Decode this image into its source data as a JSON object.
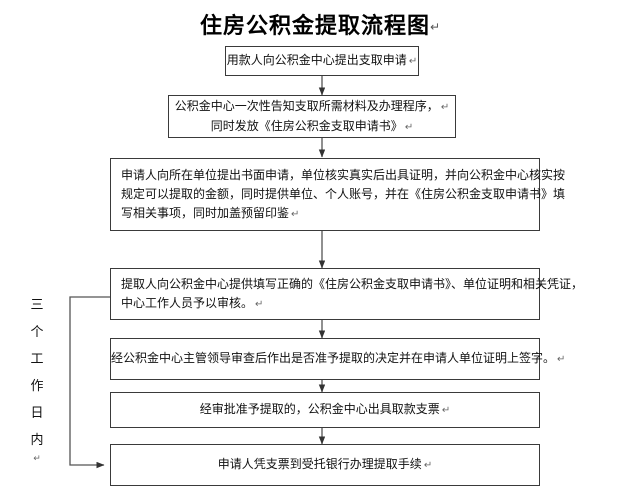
{
  "document": {
    "title": "住房公积金提取流程图",
    "title_mark": "↵",
    "paragraph_mark": "↵"
  },
  "side_label": {
    "name": "three-working-days",
    "chars": [
      "三",
      "个",
      "工",
      "作",
      "日",
      "内"
    ],
    "mark": "↵"
  },
  "flowchart": {
    "type": "flowchart",
    "orientation": "top-to-bottom",
    "nodes": [
      {
        "id": "step1",
        "lines": [
          "用款人向公积金中心提出支取申请"
        ],
        "mark": "↵",
        "align": "center"
      },
      {
        "id": "step2",
        "lines": [
          "公积金中心一次性告知支取所需材料及办理程序，",
          "同时发放《住房公积金支取申请书》"
        ],
        "mark": "↵",
        "align": "center"
      },
      {
        "id": "step3",
        "lines": [
          "申请人向所在单位提出书面申请，单位核实真实后出具证明，并向公积金中心核实按",
          "规定可以提取的金额，同时提供单位、个人账号，并在《住房公积金支取申请书》填",
          "写相关事项，同时加盖预留印鉴"
        ],
        "mark": "↵",
        "align": "left"
      },
      {
        "id": "step4",
        "lines": [
          "提取人向公积金中心提供填写正确的《住房公积金支取申请书》、单位证明和相关凭证，",
          "中心工作人员予以审核。"
        ],
        "mark": "↵",
        "align": "left"
      },
      {
        "id": "step5",
        "lines": [
          "经公积金中心主管领导审查后作出是否准予提取的决定并在申请人单位证明上签字。"
        ],
        "mark": "↵",
        "align": "center"
      },
      {
        "id": "step6",
        "lines": [
          "经审批准予提取的，公积金中心出具取款支票"
        ],
        "mark": "↵",
        "align": "center"
      },
      {
        "id": "step7",
        "lines": [
          "申请人凭支票到受托银行办理提取手续"
        ],
        "mark": "↵",
        "align": "center"
      }
    ],
    "edges": [
      {
        "from": "step1",
        "to": "step2",
        "style": "arrow-down"
      },
      {
        "from": "step2",
        "to": "step3",
        "style": "arrow-down"
      },
      {
        "from": "step3",
        "to": "step4",
        "style": "arrow-down"
      },
      {
        "from": "step4",
        "to": "step5",
        "style": "arrow-down"
      },
      {
        "from": "step5",
        "to": "step6",
        "style": "arrow-down"
      },
      {
        "from": "step6",
        "to": "step7",
        "style": "arrow-down"
      },
      {
        "from": "step4",
        "to": "step7",
        "style": "bracket-left-arrow"
      }
    ]
  },
  "colors": {
    "box_border": "#3a3a3a",
    "connector": "#555555",
    "text": "#111111",
    "background": "#ffffff"
  }
}
